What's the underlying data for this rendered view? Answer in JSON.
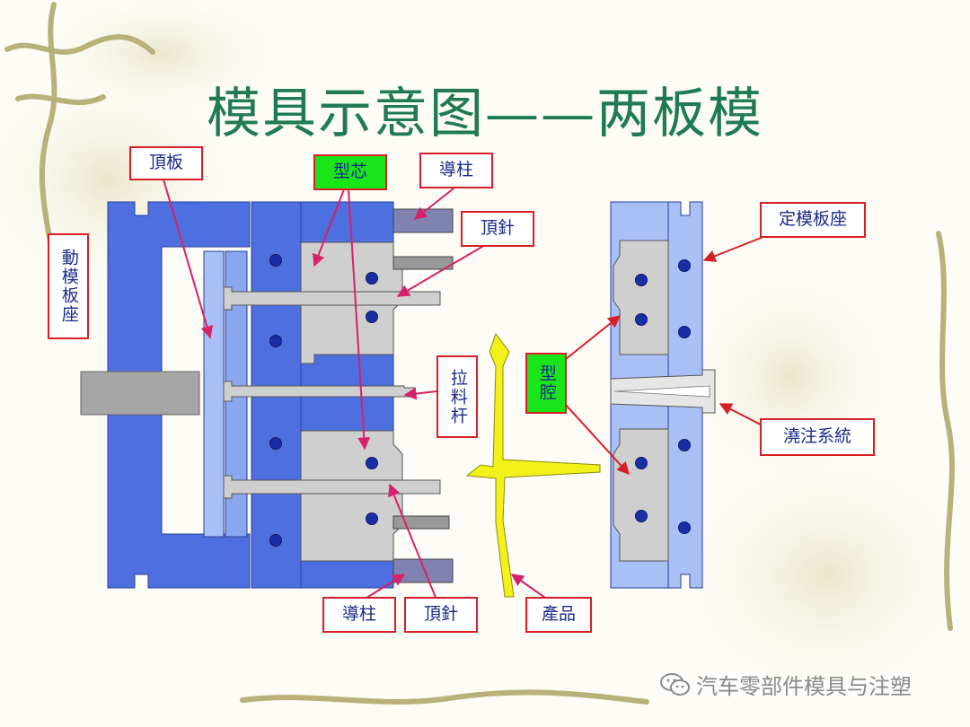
{
  "title": "模具示意图——两板模",
  "labels": {
    "top_plate": "頂板",
    "core": "型芯",
    "guide_pillar_top": "導柱",
    "ejector_pin_top": "頂針",
    "moving_clamp_plate": "動模板座",
    "fixed_clamp_plate": "定模板座",
    "puller_pin": "拉料杆",
    "cavity": "型腔",
    "sprue_system": "澆注系統",
    "guide_pillar_bottom": "導柱",
    "ejector_pin_bottom": "頂針",
    "product": "產品"
  },
  "watermark": "汽车零部件模具与注塑",
  "colors": {
    "title": "#1f7a55",
    "plate_blue": "#4d6fe0",
    "plate_light": "#a8c0f5",
    "plate_mid": "#8aa6ee",
    "steel_grey": "#cfcfcf",
    "product_yellow": "#f2f21a",
    "label_border": "#d81f26",
    "label_text": "#1a2a8a",
    "green_fill": "#19e619",
    "arrow": "#d6226a"
  }
}
